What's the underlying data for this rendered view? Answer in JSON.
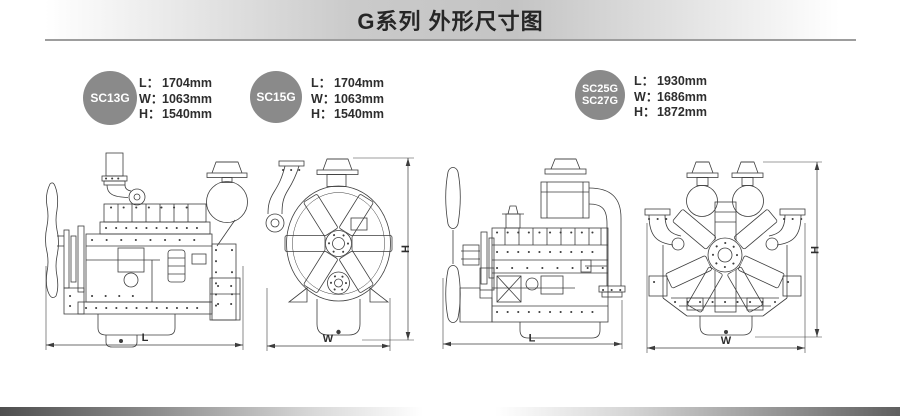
{
  "title": "G系列 外形尺寸图",
  "specs": [
    {
      "models": [
        "SC13G"
      ],
      "rows": [
        {
          "label": "L：",
          "value": "1704mm"
        },
        {
          "label": "W：",
          "value": "1063mm"
        },
        {
          "label": "H：",
          "value": "1540mm"
        }
      ]
    },
    {
      "models": [
        "SC15G"
      ],
      "rows": [
        {
          "label": "L：",
          "value": "1704mm"
        },
        {
          "label": "W：",
          "value": "1063mm"
        },
        {
          "label": "H：",
          "value": "1540mm"
        }
      ]
    },
    {
      "models": [
        "SC25G",
        "SC27G"
      ],
      "rows": [
        {
          "label": "L：",
          "value": "1930mm"
        },
        {
          "label": "W：",
          "value": "1686mm"
        },
        {
          "label": "H：",
          "value": "1872mm"
        }
      ]
    }
  ],
  "drawings": {
    "side_view_small": {
      "length_label": "L"
    },
    "front_view_small": {
      "width_label": "W",
      "height_label": "H"
    },
    "side_view_large": {
      "length_label": "L"
    },
    "front_view_large": {
      "width_label": "W",
      "height_label": "H"
    }
  },
  "colors": {
    "badge": "#8a8a8a",
    "line": "#3d3d3d"
  }
}
